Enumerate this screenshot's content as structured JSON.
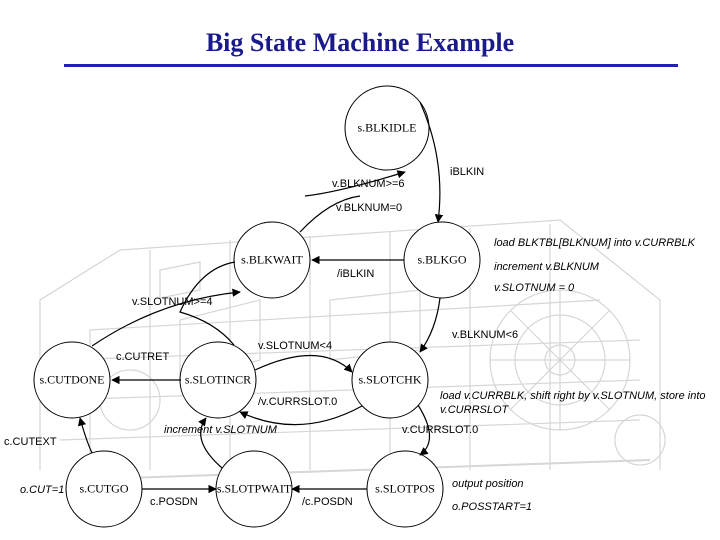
{
  "title": "Big State Machine Example",
  "states": {
    "blkidle": "s.BLKIDLE",
    "blkwait": "s.BLKWAIT",
    "blkgo": "s.BLKGO",
    "cutdone": "s.CUTDONE",
    "slotincr": "s.SLOTINCR",
    "slotchk": "s.SLOTCHK",
    "cutgo": "s.CUTGO",
    "slotpwait": "s.SLOTPWAIT",
    "slotpos": "s.SLOTPOS"
  },
  "conditions": {
    "iblkin_top": "iBLKIN",
    "blknum_ge6": "v.BLKNUM>=6",
    "blknum_eq0": "v.BLKNUM=0",
    "iblkin_mid": "/iBLKIN",
    "slotnum_ge4": "v.SLOTNUM>=4",
    "blknum_lt6": "v.BLKNUM<6",
    "slotnum_lt4": "v.SLOTNUM<4",
    "cutret": "c.CUTRET",
    "currslot_not0": "/v.CURRSLOT.0",
    "currslot_0": "v.CURRSLOT.0",
    "cutext": "c.CUTEXT",
    "posdn": "c.POSDN",
    "not_posdn": "/c.POSDN"
  },
  "actions": {
    "load_blktbl": "load BLKTBL[BLKNUM] into v.CURRBLK",
    "incr_blknum": "increment v.BLKNUM",
    "slotnum_zero": "v.SLOTNUM = 0",
    "load_currblk": "load v.CURRBLK, shift right by v.SLOTNUM, store into v.CURRSLOT",
    "incr_slotnum": "increment v.SLOTNUM",
    "cut_eq1": "o.CUT=1",
    "output_position": "output position",
    "posstart": "o.POSSTART=1"
  }
}
